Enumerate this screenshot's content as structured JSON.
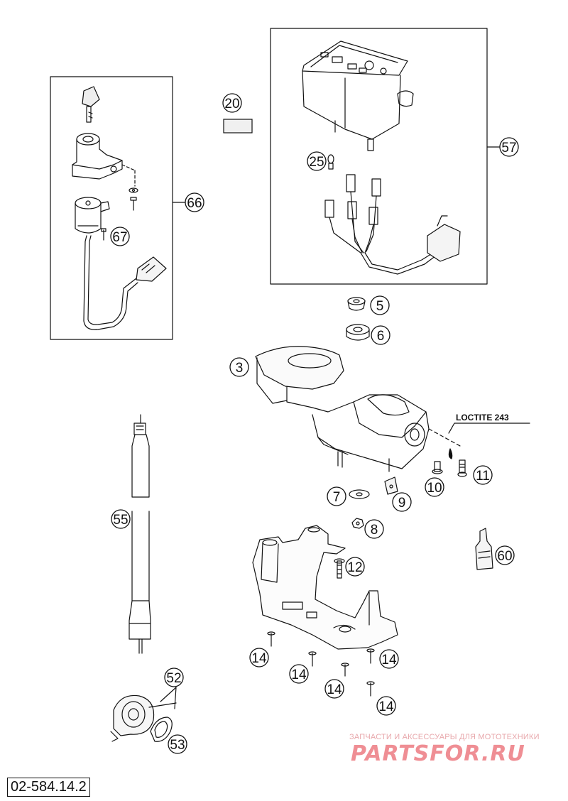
{
  "diagram_code": "02-584.14.2",
  "note": "LOCTITE 243",
  "watermark": {
    "tagline": "ЗАПЧАСТИ И АКСЕССУАРЫ ДЛЯ МОТОТЕХНИКИ",
    "brand": "PARTSFOR.RU"
  },
  "callouts": [
    {
      "id": "c66",
      "label": "66"
    },
    {
      "id": "c67",
      "label": "67"
    },
    {
      "id": "c20",
      "label": "20"
    },
    {
      "id": "c25",
      "label": "25"
    },
    {
      "id": "c57",
      "label": "57"
    },
    {
      "id": "c5",
      "label": "5"
    },
    {
      "id": "c6",
      "label": "6"
    },
    {
      "id": "c3",
      "label": "3"
    },
    {
      "id": "c10",
      "label": "10"
    },
    {
      "id": "c11",
      "label": "11"
    },
    {
      "id": "c7",
      "label": "7"
    },
    {
      "id": "c9",
      "label": "9"
    },
    {
      "id": "c8",
      "label": "8"
    },
    {
      "id": "c55",
      "label": "55"
    },
    {
      "id": "c12",
      "label": "12"
    },
    {
      "id": "c60",
      "label": "60"
    },
    {
      "id": "c14a",
      "label": "14"
    },
    {
      "id": "c14b",
      "label": "14"
    },
    {
      "id": "c14c",
      "label": "14"
    },
    {
      "id": "c14d",
      "label": "14"
    },
    {
      "id": "c14e",
      "label": "14"
    },
    {
      "id": "c52",
      "label": "52"
    },
    {
      "id": "c53",
      "label": "53"
    }
  ]
}
